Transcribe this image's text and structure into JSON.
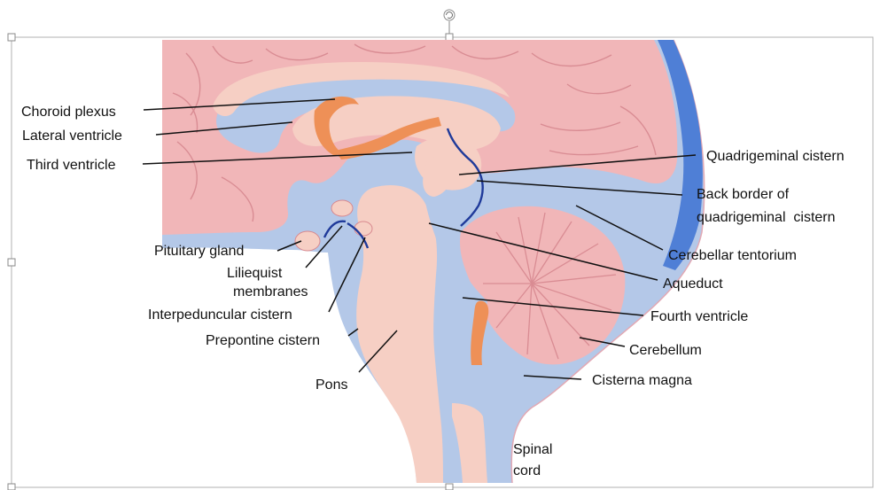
{
  "colors": {
    "csf": "#b4c8e8",
    "brain": "#f1b6b8",
    "brain_outline": "#d8898f",
    "deep_structure": "#f6cfc4",
    "choroid": "#ee9057",
    "membrane": "#1f3a9a",
    "tentorium": "#4f7fd6",
    "leader": "#111111"
  },
  "labels": {
    "choroid_plexus": "Choroid plexus",
    "lateral_ventricle": "Lateral ventricle",
    "third_ventricle": "Third ventricle",
    "quadrigeminal_cistern": "Quadrigeminal cistern",
    "back_border_line1": "Back border of",
    "back_border_line2": "quadrigeminal  cistern",
    "cerebellar_tentorium": "Cerebellar tentorium",
    "pituitary_gland": "Pituitary gland",
    "liliequist_line1": "Liliequist",
    "liliequist_line2": "membranes",
    "aqueduct": "Aqueduct",
    "interpeduncular_cistern": "Interpeduncular cistern",
    "fourth_ventricle": "Fourth ventricle",
    "prepontine_cistern": "Prepontine cistern",
    "cerebellum": "Cerebellum",
    "pons": "Pons",
    "cisterna_magna": "Cisterna magna",
    "spinal_line1": "Spinal",
    "spinal_line2": "cord"
  },
  "icons": {
    "rotate": "rotate-handle-icon",
    "resize": "resize-handle-icon"
  }
}
